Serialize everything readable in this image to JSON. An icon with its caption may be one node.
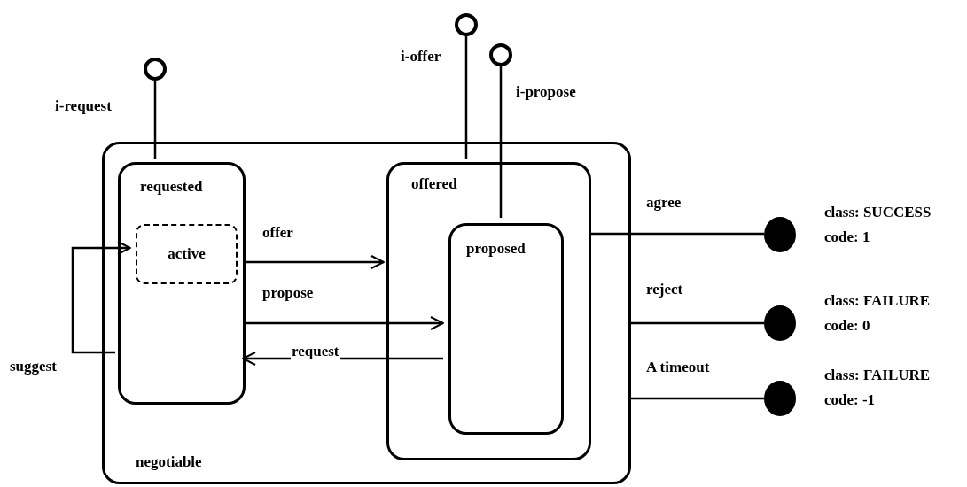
{
  "diagram": {
    "nodes": [
      {
        "text": [
          "negotiable"
        ]
      },
      {
        "text": [
          "requested"
        ],
        "in": 0
      },
      {
        "text": [
          "active"
        ],
        "in": 1
      },
      {
        "text": [
          "offered"
        ],
        "in": 0
      },
      {
        "text": [
          "proposed"
        ],
        "in": 3
      },
      {
        "text": [],
        "shape": "circle",
        "beside": [
          "i-request"
        ]
      },
      {
        "text": [],
        "shape": "circle",
        "beside": [
          "i-offer"
        ]
      },
      {
        "text": [],
        "shape": "circle",
        "beside": [
          "i-propose"
        ]
      },
      {
        "text": [],
        "shape": "circle",
        "beside": [
          "class: SUCCESS",
          "code: 1"
        ]
      },
      {
        "text": [],
        "shape": "circle",
        "beside": [
          "class: FAILURE",
          "code: 0"
        ]
      },
      {
        "text": [],
        "shape": "circle",
        "beside": [
          "class: FAILURE",
          "code: -1"
        ]
      }
    ],
    "edges": [
      {
        "from": 5,
        "to": 1,
        "arrow": "none"
      },
      {
        "from": 6,
        "to": 3,
        "arrow": "none"
      },
      {
        "from": 7,
        "to": 4,
        "arrow": "none"
      },
      {
        "from": 1,
        "to": 2,
        "arrow": "to",
        "label": "suggest"
      },
      {
        "from": 1,
        "to": 3,
        "arrow": "to",
        "label": "offer"
      },
      {
        "from": 1,
        "to": 4,
        "arrow": "to",
        "label": "propose"
      },
      {
        "from": 4,
        "to": 1,
        "arrow": "to",
        "label": "request"
      },
      {
        "from": 3,
        "to": 8,
        "arrow": "none",
        "label": "agree"
      },
      {
        "from": 0,
        "to": 9,
        "arrow": "none",
        "label": "reject"
      },
      {
        "from": 0,
        "to": 10,
        "arrow": "none",
        "label": "A timeout"
      }
    ]
  }
}
